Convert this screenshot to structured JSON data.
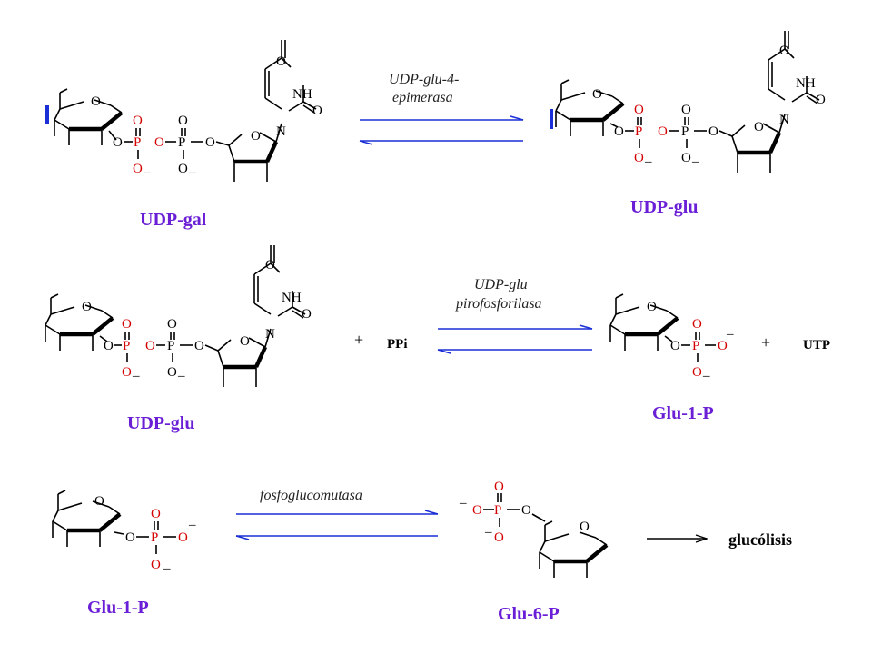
{
  "reaction1": {
    "enzyme_line1": "UDP-glu-4-",
    "enzyme_line2": "epimerasa",
    "left_label": "UDP-gal",
    "right_label": "UDP-glu"
  },
  "reaction2": {
    "enzyme_line1": "UDP-glu",
    "enzyme_line2": "pirofosforilasa",
    "left_label": "UDP-glu",
    "plus1": "+",
    "ppi": "PPi",
    "right_label": "Glu-1-P",
    "plus2": "+",
    "utp": "UTP"
  },
  "reaction3": {
    "enzyme": "fosfoglucomutasa",
    "left_label": "Glu-1-P",
    "right_label": "Glu-6-P",
    "product": "glucólisis"
  },
  "atoms": {
    "O": "O",
    "P": "P",
    "N": "N",
    "NH": "NH",
    "minus": "–"
  },
  "colors": {
    "label": "#6a1fd6",
    "phosphate": "#d40000",
    "arrow": "#1a2fd6",
    "highlight_bond": "#1a2fd6"
  }
}
